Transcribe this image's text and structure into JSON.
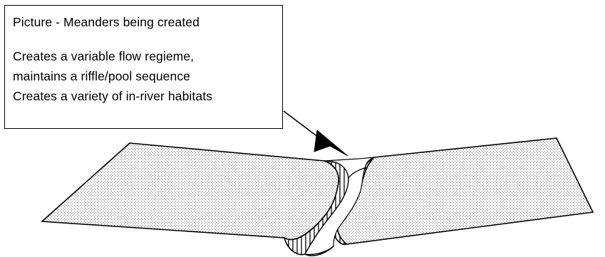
{
  "callout": {
    "title": "Picture - Meanders being created",
    "lines": [
      "Creates a variable flow regieme,",
      "maintains a riffle/pool sequence",
      "Creates a variety of in-river habitats"
    ]
  },
  "figure": {
    "subject": "meandering-river-channel-diagram"
  }
}
